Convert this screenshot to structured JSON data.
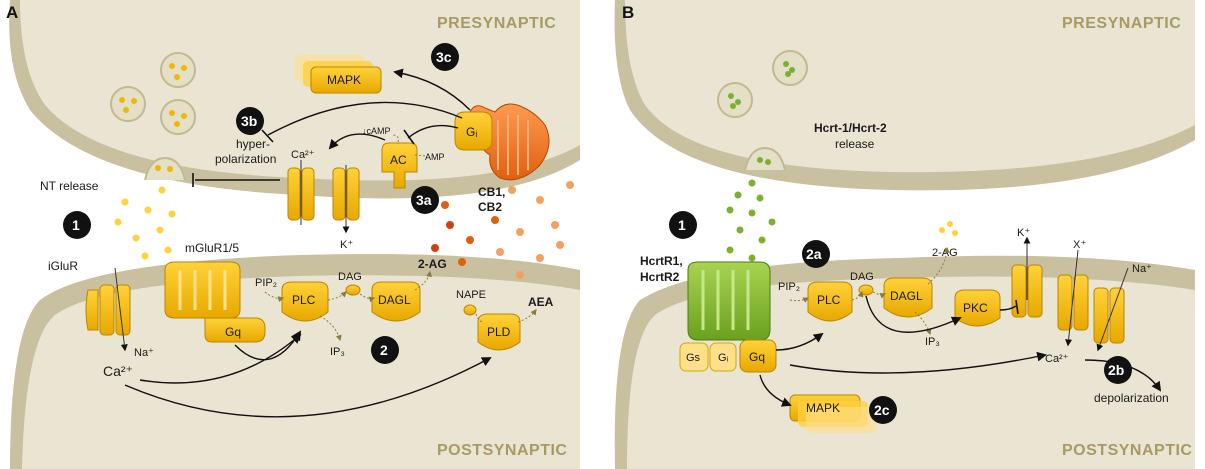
{
  "panelA": {
    "letter": "A",
    "presynaptic": "PRESYNAPTIC",
    "postsynaptic": "POSTSYNAPTIC",
    "nt_release": "NT release",
    "iglur": "iGluR",
    "mglur": "mGluR1/5",
    "hyper1": "hyper-",
    "hyper2": "polarization",
    "ca_pre": "Ca²⁺",
    "k_pre": "K⁺",
    "camp": "↓cAMP",
    "amp": "AMP",
    "ac": "AC",
    "gi": "Gᵢ",
    "cb": "CB1,",
    "cb2": "CB2",
    "mapk": "MAPK",
    "gq": "Gq",
    "pip2": "PIP₂",
    "plc": "PLC",
    "dag": "DAG",
    "dagl": "DAGL",
    "two_ag": "2-AG",
    "nape": "NAPE",
    "pld": "PLD",
    "aea": "AEA",
    "ip3": "IP₃",
    "na": "Na⁺",
    "ca_post": "Ca²⁺",
    "badges": {
      "b1": "1",
      "b2": "2",
      "b3a": "3a",
      "b3b": "3b",
      "b3c": "3c"
    }
  },
  "panelB": {
    "letter": "B",
    "presynaptic": "PRESYNAPTIC",
    "postsynaptic": "POSTSYNAPTIC",
    "hcrt1": "Hcrt-1/Hcrt-2",
    "hcrt2": "release",
    "rec1": "HcrtR1,",
    "rec2": "HcrtR2",
    "gs": "Gs",
    "gi": "Gᵢ",
    "gq": "Gq",
    "pip2": "PIP₂",
    "plc": "PLC",
    "dag": "DAG",
    "dagl": "DAGL",
    "two_ag": "2-AG",
    "pkc": "PKC",
    "ip3": "IP₃",
    "k": "K⁺",
    "x": "X⁺",
    "na": "Na⁺",
    "ca": "Ca²⁺",
    "mapk": "MAPK",
    "depol": "depolarization",
    "badges": {
      "b1": "1",
      "b2a": "2a",
      "b2b": "2b",
      "b2c": "2c"
    }
  },
  "colors": {
    "membrane": "#c9c0a0",
    "cytosol": "#e9e5d2",
    "protein": "#f2b705",
    "cb_receptor": "#f07830",
    "hcrt_receptor": "#8cbf3a",
    "badge": "#111111"
  }
}
